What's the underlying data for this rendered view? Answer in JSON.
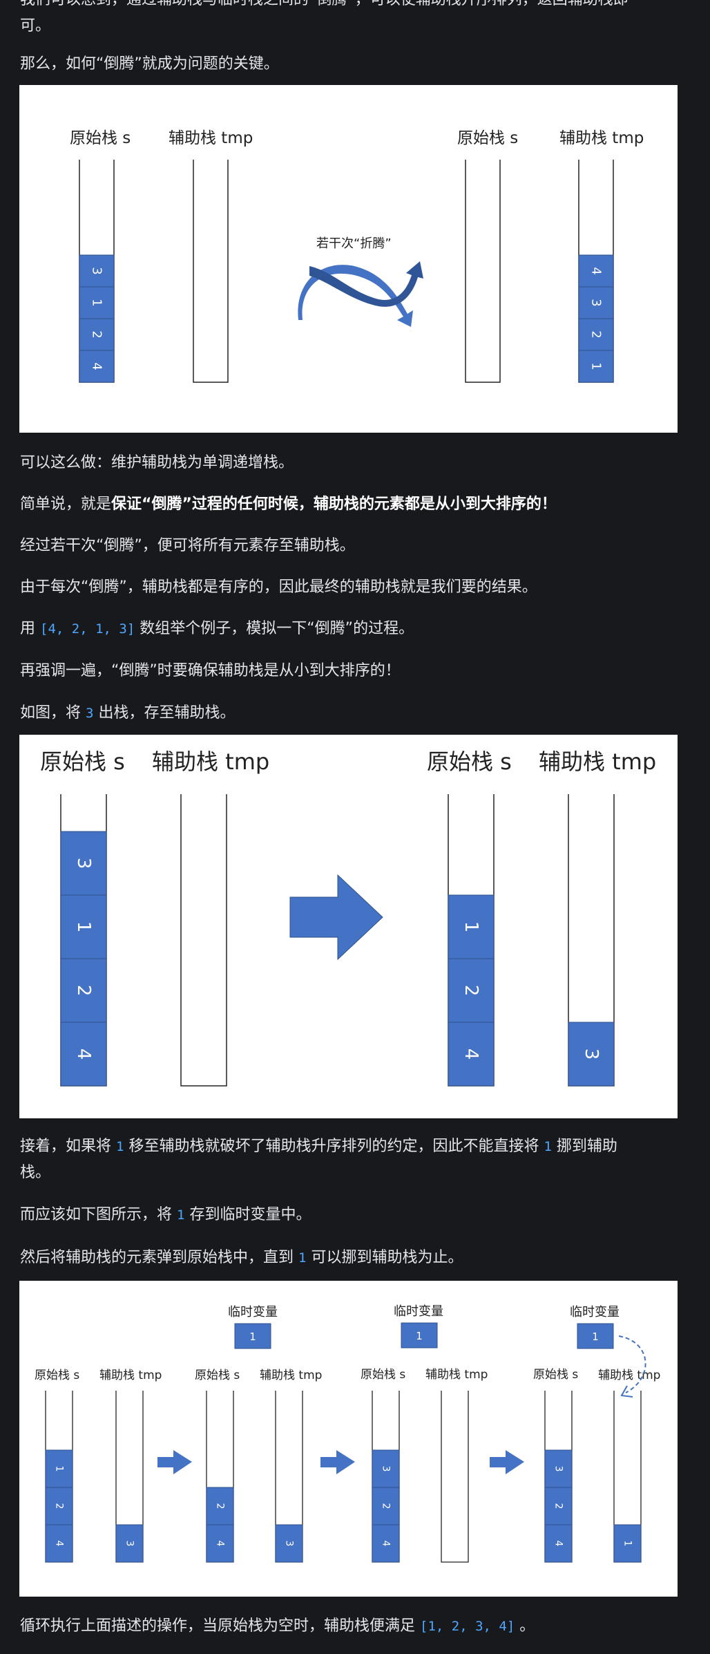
{
  "para_top": {
    "a": "我们可以想到，通过辅助栈与临时栈之间的“倒腾”，可以使辅助栈升序排列，返回辅助栈即",
    "b": "可。"
  },
  "para_key": "那么，如何“倒腾”就成为问题的关键。",
  "fig1": {
    "label_src": "原始栈 s",
    "label_tmp": "辅助栈 tmp",
    "caption": "若干次“折腾”",
    "left_src_cells": [
      "3",
      "1",
      "2",
      "4"
    ],
    "right_tmp_cells": [
      "4",
      "3",
      "2",
      "1"
    ]
  },
  "para_monotone": "可以这么做：维护辅助栈为单调递增栈。",
  "para_simply": {
    "prefix": "简单说，就是",
    "bold": "保证“倒腾”过程的任何时候，辅助栈的元素都是从小到大排序的！"
  },
  "para_after": "经过若干次“倒腾”，便可将所有元素存至辅助栈。",
  "para_since": "由于每次“倒腾”，辅助栈都是有序的，因此最终的辅助栈就是我们要的结果。",
  "para_example": {
    "prefix": "用 ",
    "code": "[4, 2, 1, 3]",
    "suffix": " 数组举个例子，模拟一下“倒腾”的过程。"
  },
  "para_again": "再强调一遍，“倒腾”时要确保辅助栈是从小到大排序的！",
  "para_fig2": {
    "prefix": "如图，将 ",
    "code": "3",
    "suffix": " 出栈，存至辅助栈。"
  },
  "fig2": {
    "label_src": "原始栈 s",
    "label_tmp": "辅助栈 tmp",
    "left_src_cells": [
      "3",
      "1",
      "2",
      "4"
    ],
    "right_src_cells": [
      "1",
      "2",
      "4"
    ],
    "right_tmp_cells": [
      "3"
    ]
  },
  "para_next": {
    "a": "接着，如果将 ",
    "code1": "1",
    "b": " 移至辅助栈就破坏了辅助栈升序排列的约定，因此不能直接将 ",
    "code2": "1",
    "c": " 挪到辅助",
    "d": "栈。"
  },
  "para_should": {
    "prefix": "而应该如下图所示，将 ",
    "code": "1",
    "suffix": " 存到临时变量中。"
  },
  "para_then": {
    "prefix": "然后将辅助栈的元素弹到原始栈中，直到 ",
    "code": "1",
    "suffix": " 可以挪到辅助栈为止。"
  },
  "fig3": {
    "label_src": "原始栈 s",
    "label_tmp": "辅助栈 tmp",
    "label_temp_var": "临时变量",
    "temp_value": "1",
    "s1_src": [
      "1",
      "2",
      "4"
    ],
    "s1_tmp": [
      "3"
    ],
    "s2_src": [
      "2",
      "4"
    ],
    "s2_tmp": [
      "3"
    ],
    "s3_src": [
      "3",
      "2",
      "4"
    ],
    "s3_tmp": [],
    "s4_src": [
      "3",
      "2",
      "4"
    ],
    "s4_tmp": [
      "1"
    ]
  },
  "para_loop": {
    "prefix": "循环执行上面描述的操作，当原始栈为空时，辅助栈便满足 ",
    "code": "[1, 2, 3, 4]",
    "suffix": " 。"
  },
  "colors": {
    "stack_fill": "#4472c4",
    "stack_stroke": "#2f528f",
    "page_bg": "#17191c",
    "code": "#4fa8ff"
  }
}
